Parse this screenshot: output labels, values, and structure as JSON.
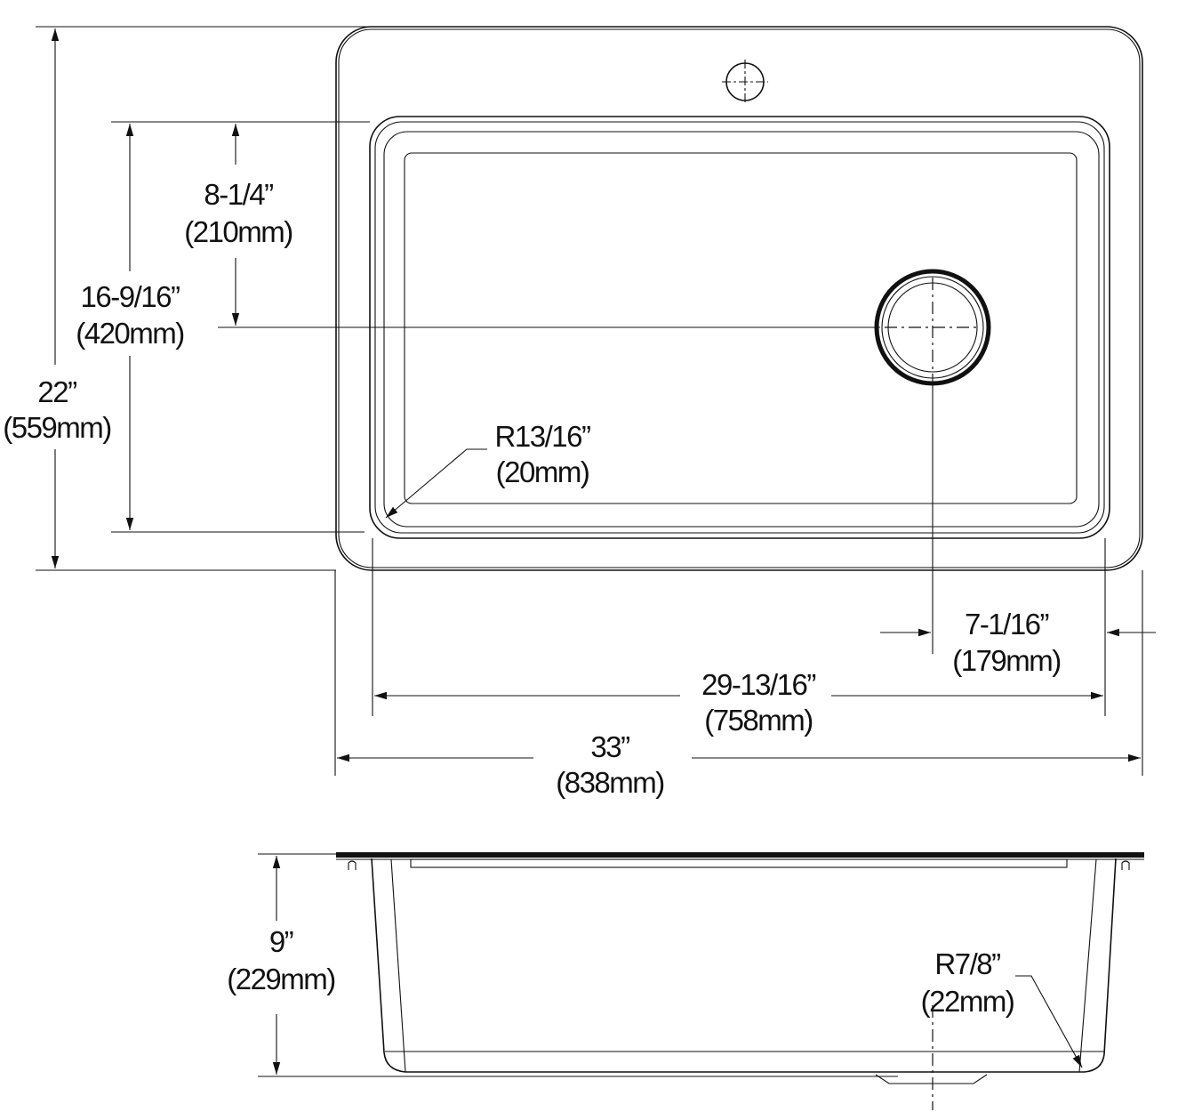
{
  "top_view": {
    "overall_depth": {
      "imperial": "22”",
      "metric": "(559mm)"
    },
    "bowl_depth": {
      "imperial": "16-9/16”",
      "metric": "(420mm)"
    },
    "drain_from_back": {
      "imperial": "8-1/4”",
      "metric": "(210mm)"
    },
    "corner_radius": {
      "imperial": "R13/16”",
      "metric": "(20mm)"
    },
    "drain_from_side": {
      "imperial": "7-1/16”",
      "metric": "(179mm)"
    },
    "bowl_width": {
      "imperial": "29-13/16”",
      "metric": "(758mm)"
    },
    "overall_width": {
      "imperial": "33”",
      "metric": "(838mm)"
    }
  },
  "side_view": {
    "bowl_height": {
      "imperial": "9”",
      "metric": "(229mm)"
    },
    "bottom_radius": {
      "imperial": "R7/8”",
      "metric": "(22mm)"
    }
  },
  "colors": {
    "line": "#111111",
    "background": "#ffffff"
  }
}
